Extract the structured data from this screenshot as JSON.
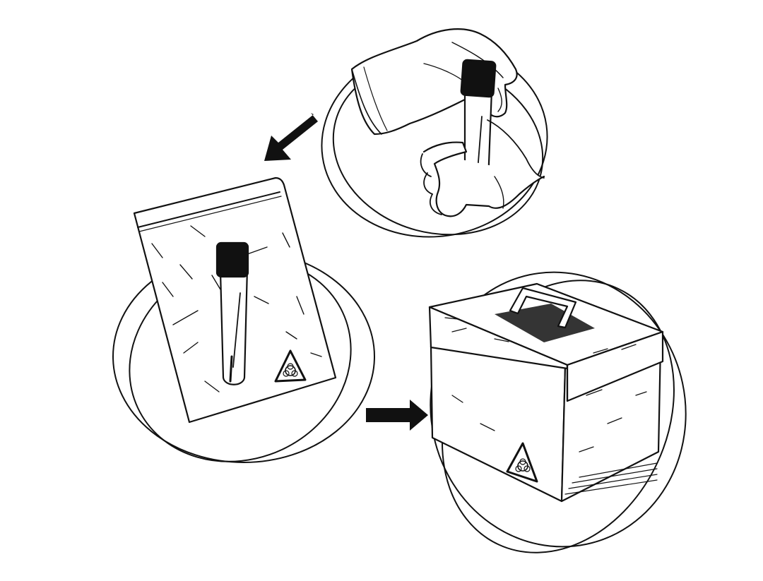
{
  "panels": [
    {
      "id": "tube-in-gloved-hands",
      "icon": "gloved-hands-holding-tube-icon"
    },
    {
      "id": "tube-in-sealed-bag",
      "icon": "specimen-bag-icon"
    },
    {
      "id": "tube-in-transport-box",
      "icon": "transport-box-icon"
    }
  ],
  "arrows": [
    {
      "id": "arrow-hands-to-bag",
      "direction": "down-left"
    },
    {
      "id": "arrow-bag-to-box",
      "direction": "right"
    }
  ],
  "hazard_symbol": "biohazard-icon",
  "colors": {
    "ink": "#111111",
    "background": "#ffffff"
  }
}
